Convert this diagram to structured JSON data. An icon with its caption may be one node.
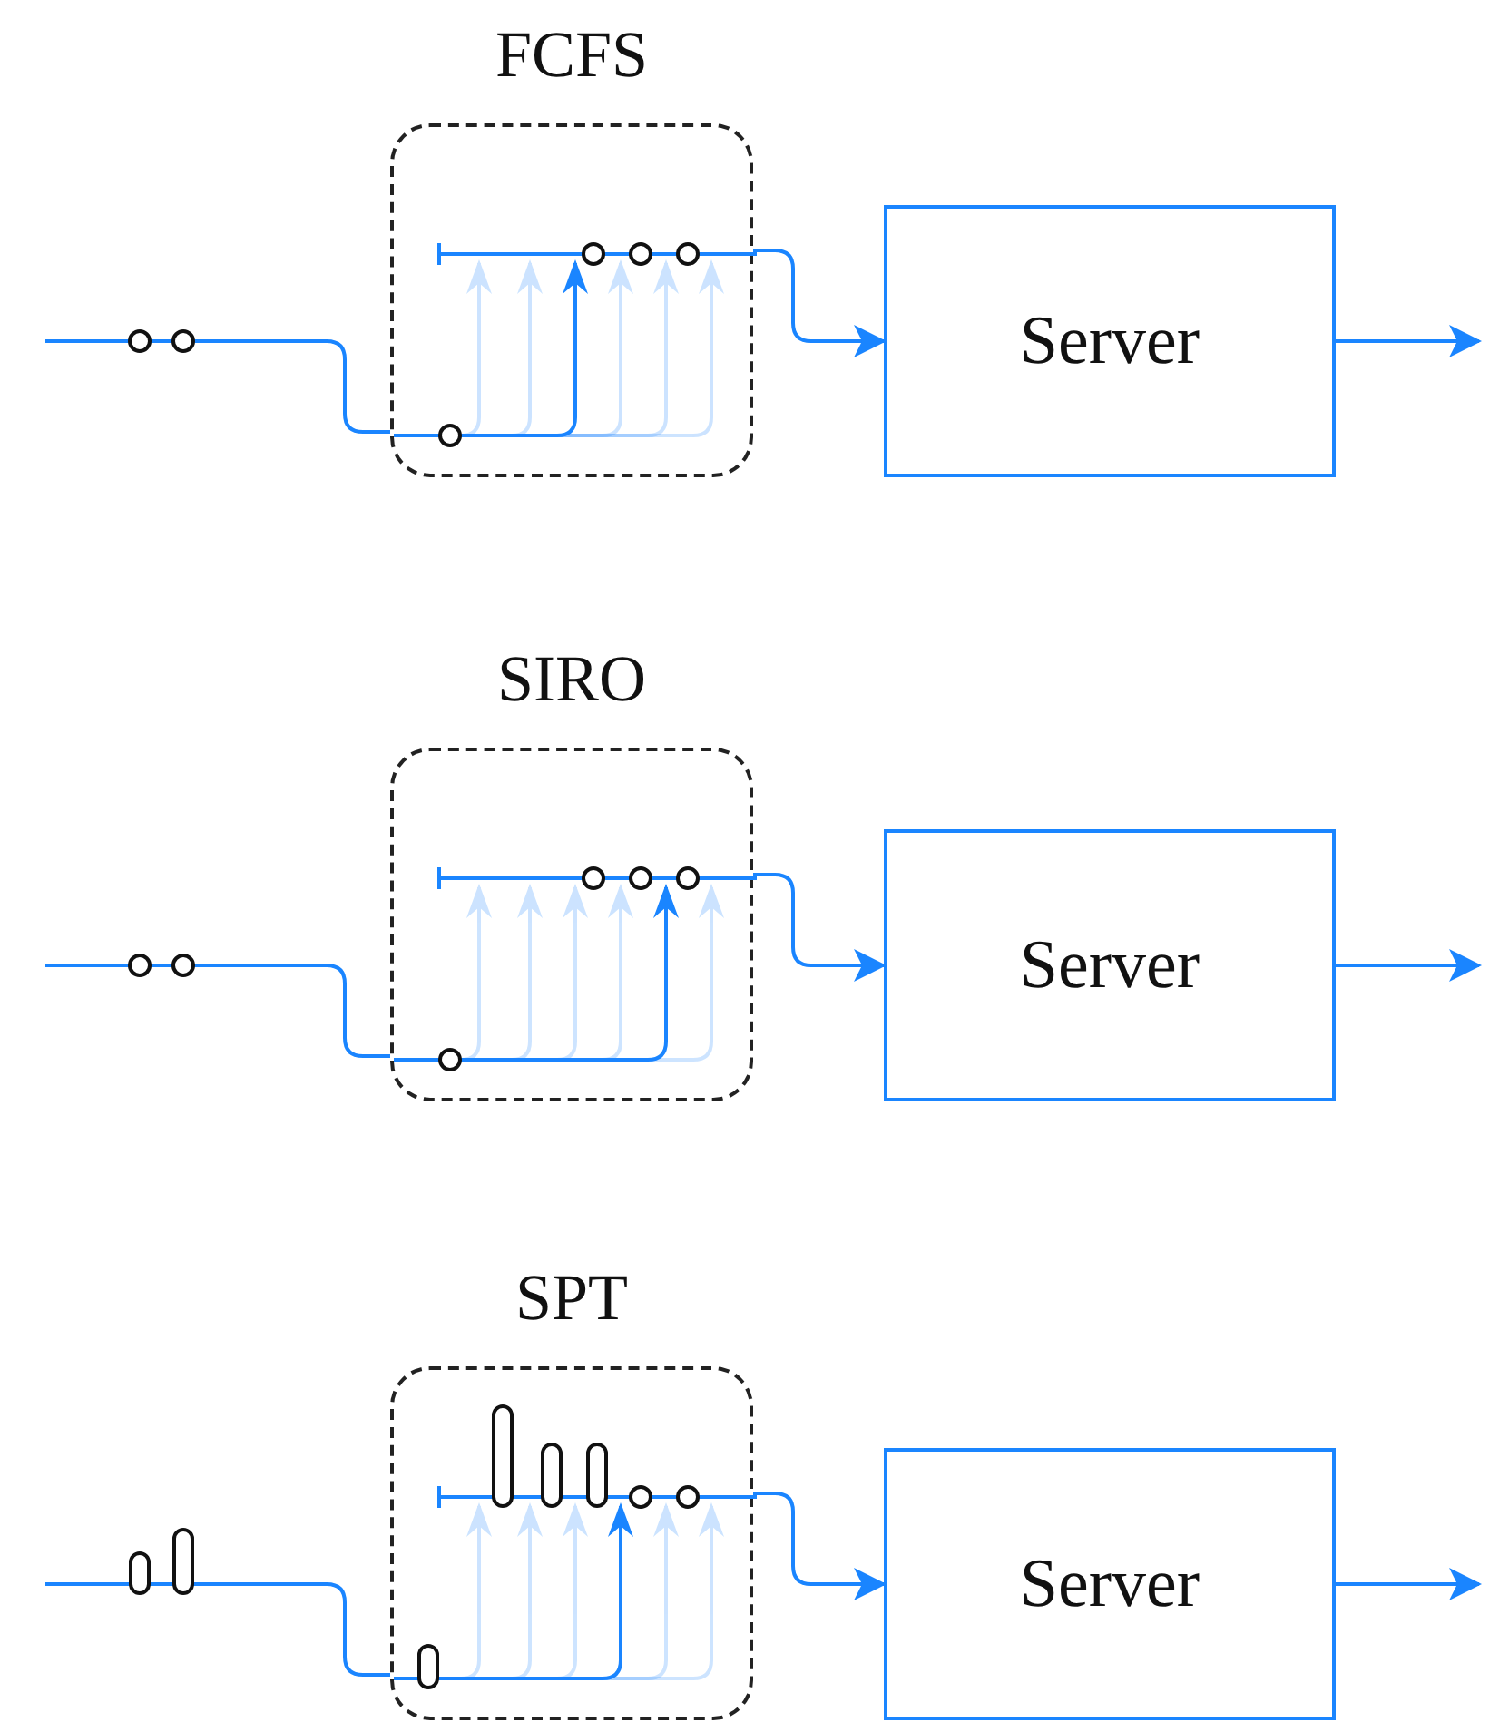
{
  "diagram": {
    "nodes": [
      {
        "text": [
          "FCFS"
        ]
      },
      {
        "text": [
          "Server"
        ]
      },
      {
        "text": [
          "SIRO"
        ]
      },
      {
        "text": [
          "Server"
        ]
      },
      {
        "text": [
          "SPT"
        ]
      },
      {
        "text": [
          "Server"
        ]
      }
    ],
    "edges": [
      {
        "from": null,
        "to": 0,
        "arrow": "none"
      },
      {
        "from": 0,
        "to": 1,
        "arrow": "to"
      },
      {
        "from": 1,
        "to": null,
        "arrow": "to"
      },
      {
        "from": null,
        "to": 2,
        "arrow": "none"
      },
      {
        "from": 2,
        "to": 3,
        "arrow": "to"
      },
      {
        "from": 3,
        "to": null,
        "arrow": "to"
      },
      {
        "from": null,
        "to": 4,
        "arrow": "none"
      },
      {
        "from": 4,
        "to": 5,
        "arrow": "to"
      },
      {
        "from": 5,
        "to": null,
        "arrow": "to"
      }
    ]
  }
}
